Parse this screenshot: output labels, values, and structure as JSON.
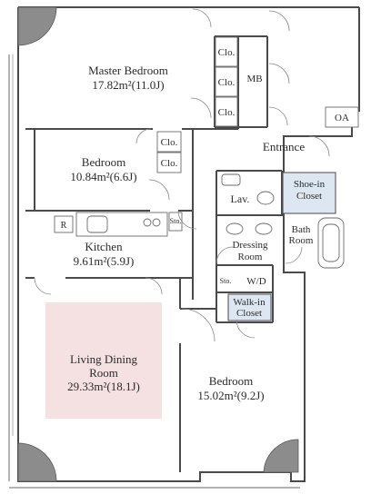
{
  "rooms": {
    "master_bedroom": {
      "name": "Master Bedroom",
      "area": "17.82m²(11.0J)"
    },
    "bedroom_1": {
      "name": "Bedroom",
      "area": "10.84m²(6.6J)"
    },
    "kitchen": {
      "name": "Kitchen",
      "area": "9.61m²(5.9J)"
    },
    "living_dining": {
      "name_line1": "Living Dining",
      "name_line2": "Room",
      "area": "29.33m²(18.1J)"
    },
    "bedroom_2": {
      "name": "Bedroom",
      "area": "15.02m²(9.2J)"
    },
    "entrance": "Entrance",
    "lav": "Lav.",
    "dressing_room": {
      "line1": "Dressing",
      "line2": "Room"
    },
    "bath_room": {
      "line1": "Bath",
      "line2": "Room"
    },
    "shoe_in_closet": {
      "line1": "Shoe-in",
      "line2": "Closet"
    },
    "walk_in_closet": {
      "line1": "Walk-in",
      "line2": "Closet"
    },
    "wd": "W/D",
    "mb": "MB",
    "oa": "OA"
  },
  "closets": [
    "Clo.",
    "Clo.",
    "Clo.",
    "Clo.",
    "Clo."
  ],
  "storage": [
    "Sto.",
    "Sto."
  ],
  "fridge": "R",
  "colors": {
    "living_highlight": "#f5e1e1",
    "closet_blue": "#dde7f2",
    "wall": "#4a4a4a"
  }
}
